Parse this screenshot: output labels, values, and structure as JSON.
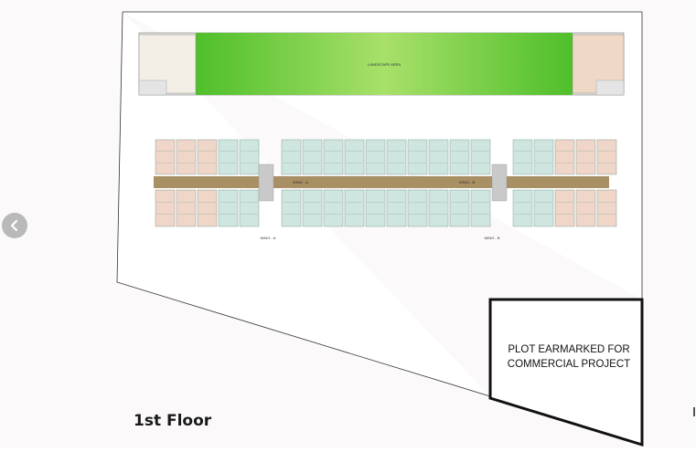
{
  "floor_title": "1st Floor",
  "landscape_label": "LANDSCAPE AREA",
  "plot_label_line1": "PLOT EARMARKED FOR",
  "plot_label_line2": "COMMERCIAL PROJECT",
  "wing_a_label": "WING - A",
  "wing_b_label": "WING - B",
  "corridor_labels": [
    "WING - A",
    "WING - B"
  ],
  "nav": {
    "prev_icon": "chevron-left-icon"
  },
  "colors": {
    "landscape_green": "#7dcf3a",
    "corridor_brown": "#a88f64",
    "unit_teal": "#cfe6e0",
    "unit_peach": "#efd6c8",
    "outline": "#222222"
  }
}
